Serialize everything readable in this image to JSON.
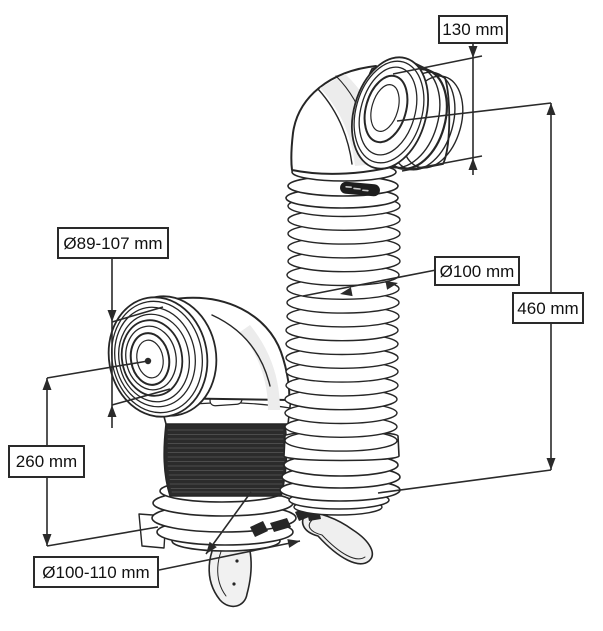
{
  "diagram": {
    "dimensions": {
      "elbow_height": "130 mm",
      "total_height": "460 mm",
      "pipe_diameter": "Ø100 mm",
      "inlet_diameter": "Ø89-107 mm",
      "short_total_height": "260 mm",
      "outlet_diameter": "Ø100-110 mm"
    },
    "colors": {
      "background": "#ffffff",
      "line": "#2a2a2a",
      "sleeve_dark": "#2b2b2b",
      "flap_fill": "#f1f1f1",
      "shade": "#ececec"
    }
  }
}
